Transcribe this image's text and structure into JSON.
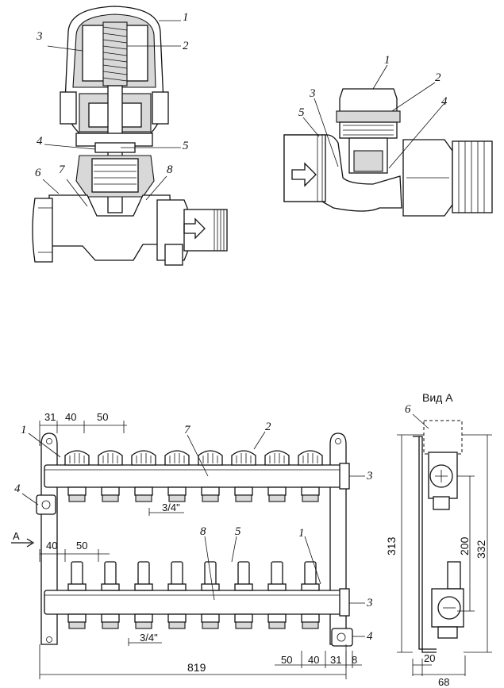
{
  "top_left_callouts": [
    "1",
    "2",
    "3",
    "4",
    "5",
    "6",
    "7",
    "8"
  ],
  "top_right_callouts": [
    "1",
    "2",
    "3",
    "4",
    "5"
  ],
  "manifold": {
    "callouts": {
      "c1_top": "1",
      "c2": "2",
      "c7": "7",
      "c3_top": "3",
      "c4_left": "4",
      "c8": "8",
      "c5": "5",
      "c1_bottom": "1",
      "c3_bottom": "3",
      "c4_bottom": "4"
    },
    "dims_top": [
      "31",
      "40",
      "50"
    ],
    "dims_mid": [
      "40",
      "50"
    ],
    "thread_top": "3/4\"",
    "thread_bottom": "3/4\"",
    "view_arrow_label": "A",
    "overall_width": "819",
    "dims_bottom_right": [
      "50",
      "40",
      "31",
      "8"
    ]
  },
  "side_view": {
    "title": "Вид А",
    "callout": "6",
    "dim_height_total": "313",
    "dim_height_inner": "200",
    "dim_height_outer": "332",
    "dim_bottom_small": "20",
    "dim_bottom_width": "68"
  }
}
